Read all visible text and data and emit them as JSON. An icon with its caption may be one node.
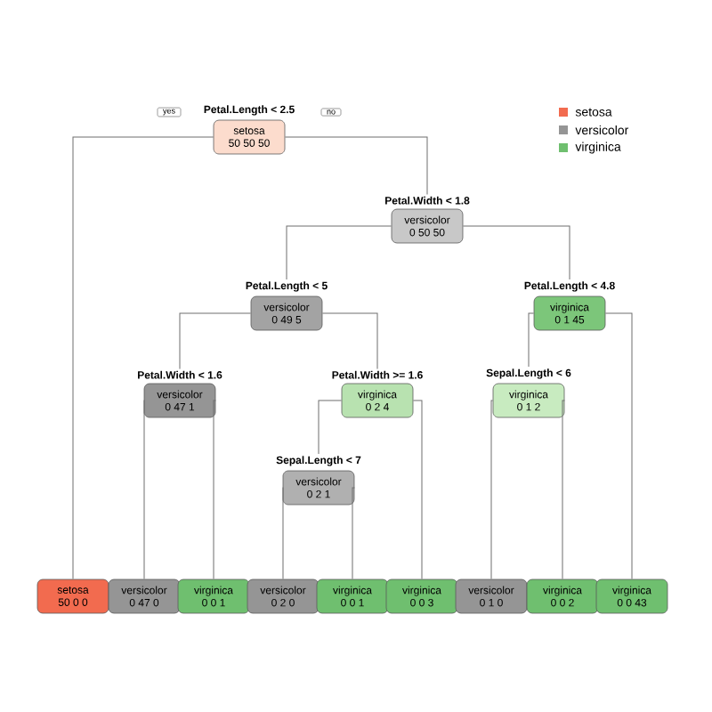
{
  "diagram": {
    "nodes": [
      {
        "text": [
          "Petal.Length < 2.5",
          "setosa",
          "50  50  50"
        ]
      },
      {
        "text": [
          "setosa",
          "50  0  0"
        ]
      },
      {
        "text": [
          "Petal.Width < 1.8",
          "versicolor",
          "0  50  50"
        ]
      },
      {
        "text": [
          "Petal.Length < 5",
          "versicolor",
          "0  49  5"
        ]
      },
      {
        "text": [
          "Petal.Width < 1.6",
          "versicolor",
          "0  47  1"
        ]
      },
      {
        "text": [
          "versicolor",
          "0  47  0"
        ]
      },
      {
        "text": [
          "virginica",
          "0  0  1"
        ]
      },
      {
        "text": [
          "Petal.Width >= 1.6",
          "virginica",
          "0  2  4"
        ]
      },
      {
        "text": [
          "Sepal.Length < 7",
          "versicolor",
          "0  2  1"
        ]
      },
      {
        "text": [
          "versicolor",
          "0  2  0"
        ]
      },
      {
        "text": [
          "virginica",
          "0  0  1"
        ]
      },
      {
        "text": [
          "virginica",
          "0  0  3"
        ]
      },
      {
        "text": [
          "Petal.Length < 4.8",
          "virginica",
          "0  1  45"
        ]
      },
      {
        "text": [
          "Sepal.Length < 6",
          "virginica",
          "0  1  2"
        ]
      },
      {
        "text": [
          "versicolor",
          "0  1  0"
        ]
      },
      {
        "text": [
          "virginica",
          "0  0  2"
        ]
      },
      {
        "text": [
          "virginica",
          "0  0  43"
        ]
      }
    ],
    "edges": [
      {
        "from": 0,
        "to": 1,
        "arrow": "none"
      },
      {
        "from": 0,
        "to": 2,
        "arrow": "none"
      },
      {
        "from": 2,
        "to": 3,
        "arrow": "none"
      },
      {
        "from": 2,
        "to": 12,
        "arrow": "none"
      },
      {
        "from": 3,
        "to": 4,
        "arrow": "none"
      },
      {
        "from": 3,
        "to": 7,
        "arrow": "none"
      },
      {
        "from": 4,
        "to": 5,
        "arrow": "none"
      },
      {
        "from": 4,
        "to": 6,
        "arrow": "none"
      },
      {
        "from": 7,
        "to": 8,
        "arrow": "none"
      },
      {
        "from": 7,
        "to": 11,
        "arrow": "none"
      },
      {
        "from": 8,
        "to": 9,
        "arrow": "none"
      },
      {
        "from": 8,
        "to": 10,
        "arrow": "none"
      },
      {
        "from": 12,
        "to": 13,
        "arrow": "none"
      },
      {
        "from": 12,
        "to": 16,
        "arrow": "none"
      },
      {
        "from": 13,
        "to": 14,
        "arrow": "none"
      },
      {
        "from": 13,
        "to": 15,
        "arrow": "none"
      }
    ],
    "labels": [
      "yes",
      "no"
    ],
    "legend": [
      {
        "text": "setosa",
        "color": "#f26b4f"
      },
      {
        "text": "versicolor",
        "color": "#959595"
      },
      {
        "text": "virginica",
        "color": "#6fbf6f"
      }
    ]
  }
}
